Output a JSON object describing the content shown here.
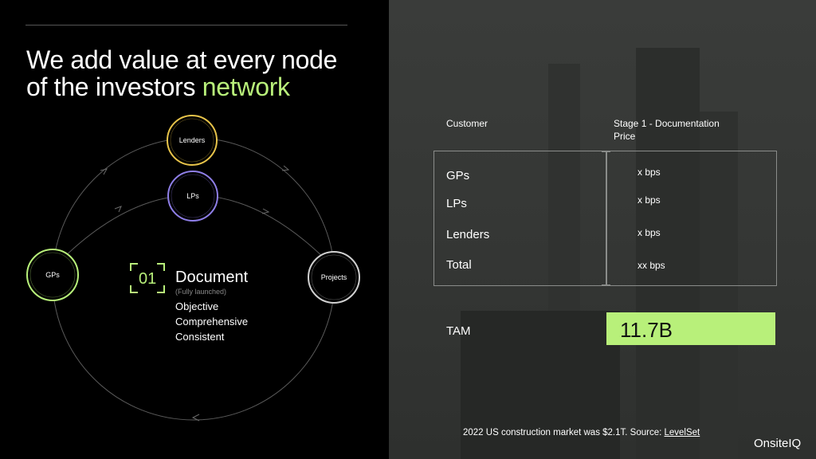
{
  "title": {
    "line1": "We add value at every node",
    "line2_prefix": "of the investors ",
    "line2_accent": "network"
  },
  "nodes": {
    "lenders": "Lenders",
    "lps": "LPs",
    "gps": "GPs",
    "projects": "Projects"
  },
  "document": {
    "number": "01",
    "title": "Document",
    "subtitle": "(Fully launched)",
    "items": [
      "Objective",
      "Comprehensive",
      "Consistent"
    ]
  },
  "table": {
    "header_customer": "Customer",
    "header_price_line1": "Stage 1 - Documentation",
    "header_price_line2": "Price",
    "rows": [
      {
        "customer": "GPs",
        "price": "x bps"
      },
      {
        "customer": "LPs",
        "price": "x bps"
      },
      {
        "customer": "Lenders",
        "price": "x bps"
      },
      {
        "customer": "Total",
        "price": "xx bps"
      }
    ]
  },
  "tam": {
    "label": "TAM",
    "value": "11.7B"
  },
  "footnote": {
    "text": "2022 US construction market was $2.1T.  Source: ",
    "link": "LevelSet"
  },
  "brand": "OnsiteIQ",
  "colors": {
    "accent_green": "#b8f07a",
    "lenders_yellow": "#e8c44a",
    "lps_purple": "#8f7fe8",
    "gps_green": "#b8f07a",
    "projects_white": "#d0d0d0"
  }
}
